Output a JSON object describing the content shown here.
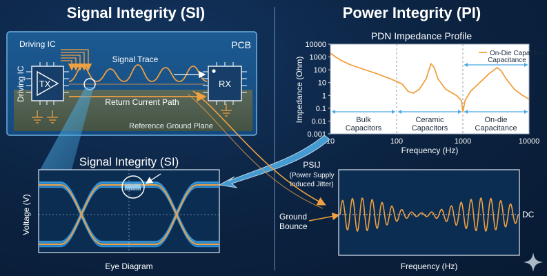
{
  "left": {
    "title": "Signal Integrity (SI)",
    "pcb_label": "PCB",
    "driving_ic_top": "Driving IC",
    "driving_ic_side": "Driving IC",
    "tx_label": "TX",
    "rx_label": "RX",
    "signal_trace": "Signal Trace",
    "return_path": "Return Current Path",
    "ground_plane": "Reference Ground Plane"
  },
  "eye": {
    "title": "Signal Integrity (SI)",
    "ylabel": "Voltage (V)",
    "xlabel": "Eye Diagram"
  },
  "right": {
    "title": "Power Integrity (PI)",
    "chart_title": "PDN Impedance Profile",
    "psij_title": "PSIJ",
    "psij_sub_1": "(Power Supply",
    "psij_sub_2": "Induced Jitter)",
    "ground_bounce_1": "Ground",
    "ground_bounce_2": "Bounce",
    "dc_label": "DC",
    "noise_xlabel": "Frequency (Hz)"
  },
  "chart_data": {
    "type": "line",
    "title": "PDN Impedance Profile",
    "xlabel": "Frequency (Hz)",
    "ylabel": "Impedance (Ohm)",
    "xscale": "log",
    "yscale": "log",
    "xlim": [
      10,
      10000
    ],
    "ylim": [
      0.001,
      10000
    ],
    "x_ticks": [
      "10",
      "100",
      "1000",
      "10000"
    ],
    "y_ticks": [
      "10000",
      "1000",
      "100",
      "10",
      "1",
      "0.1",
      "0.01",
      "0.001"
    ],
    "series": [
      {
        "name": "On-Die Capacitance",
        "color": "#f0a040",
        "points": [
          [
            10,
            2000
          ],
          [
            12,
            1000
          ],
          [
            15,
            500
          ],
          [
            20,
            250
          ],
          [
            30,
            120
          ],
          [
            50,
            50
          ],
          [
            80,
            20
          ],
          [
            120,
            8
          ],
          [
            150,
            2
          ],
          [
            180,
            1.5
          ],
          [
            220,
            3
          ],
          [
            280,
            20
          ],
          [
            330,
            300
          ],
          [
            370,
            150
          ],
          [
            420,
            20
          ],
          [
            550,
            3
          ],
          [
            800,
            1
          ],
          [
            950,
            0.4
          ],
          [
            1000,
            0.05
          ],
          [
            1080,
            0.4
          ],
          [
            1300,
            2
          ],
          [
            1800,
            10
          ],
          [
            2500,
            50
          ],
          [
            3300,
            150
          ],
          [
            3800,
            80
          ],
          [
            4500,
            20
          ],
          [
            6000,
            3
          ],
          [
            8000,
            1
          ],
          [
            10000,
            0.5
          ]
        ]
      }
    ],
    "regions": [
      {
        "label_1": "Bulk",
        "label_2": "Capacitors",
        "from": 10,
        "to": 100
      },
      {
        "label_1": "Ceramic",
        "label_2": "Capacitors",
        "from": 100,
        "to": 1000
      },
      {
        "label_1": "On-die",
        "label_2": "Capacitance",
        "from": 1000,
        "to": 10000
      }
    ],
    "annotation": {
      "label_1": "On-Die",
      "label_2": "Capacitance"
    }
  },
  "colors": {
    "accent": "#f0a040",
    "pcb_green": "#1f4a52",
    "eye_blue": "#2f8fd8",
    "panel_border": "#cfd8e4"
  },
  "icons": {
    "sparkle": "sparkle-icon"
  }
}
